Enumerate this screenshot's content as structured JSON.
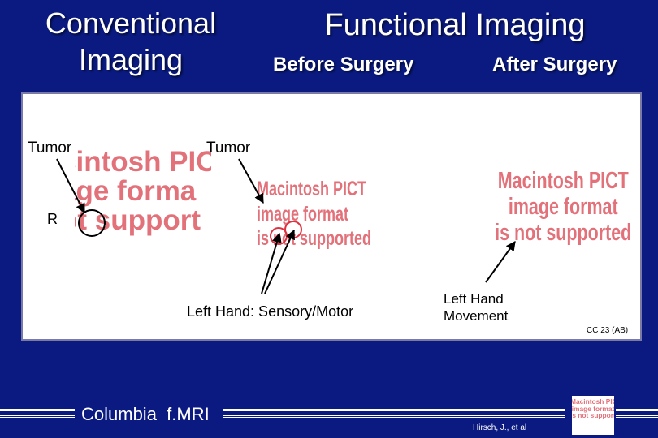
{
  "header": {
    "left_title_line1": "Conventional",
    "left_title_line2": "Imaging",
    "right_title": "Functional Imaging",
    "before_label": "Before Surgery",
    "after_label": "After Surgery"
  },
  "panel": {
    "tumor_label_1": "Tumor",
    "tumor_label_2": "Tumor",
    "r_label": "R",
    "placeholder_1": [
      "cintosh PIC",
      "age forma",
      "ot support"
    ],
    "placeholder_2": [
      "Macintosh PICT",
      "image format",
      "is not supported"
    ],
    "placeholder_3": [
      "Macintosh PICT",
      "image format",
      "is not supported"
    ],
    "caption_center": "Left Hand: Sensory/Motor",
    "caption_right_line1": "Left Hand",
    "caption_right_line2": "Movement",
    "case_id": "CC 23 (AB)"
  },
  "footer": {
    "brand": "Columbia  f.MRI",
    "credit": "Hirsch, J., et al",
    "logo_text": [
      "Macintosh PICT",
      "image format",
      "is not supporte"
    ]
  },
  "colors": {
    "background": "#0a1a80",
    "placeholder_text": "#e2717a",
    "circle_red": "#e03040"
  }
}
